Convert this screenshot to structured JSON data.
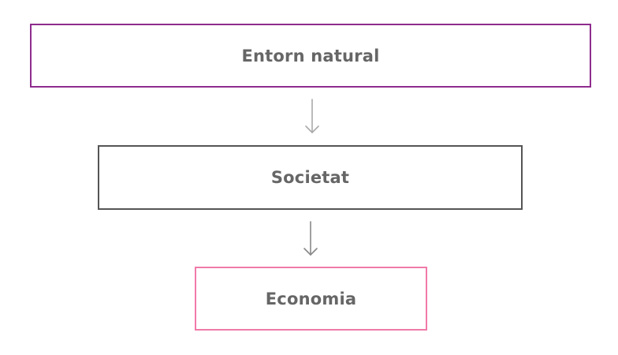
{
  "diagram": {
    "nodes": [
      {
        "id": "entorn-natural",
        "label": "Entorn natural",
        "border_color": "#8e2c8e"
      },
      {
        "id": "societat",
        "label": "Societat",
        "border_color": "#555555"
      },
      {
        "id": "economia",
        "label": "Economia",
        "border_color": "#f07aa8"
      }
    ],
    "edges": [
      {
        "from": "entorn-natural",
        "to": "societat",
        "color": "#aaaaaa"
      },
      {
        "from": "societat",
        "to": "economia",
        "color": "#888888"
      }
    ]
  }
}
